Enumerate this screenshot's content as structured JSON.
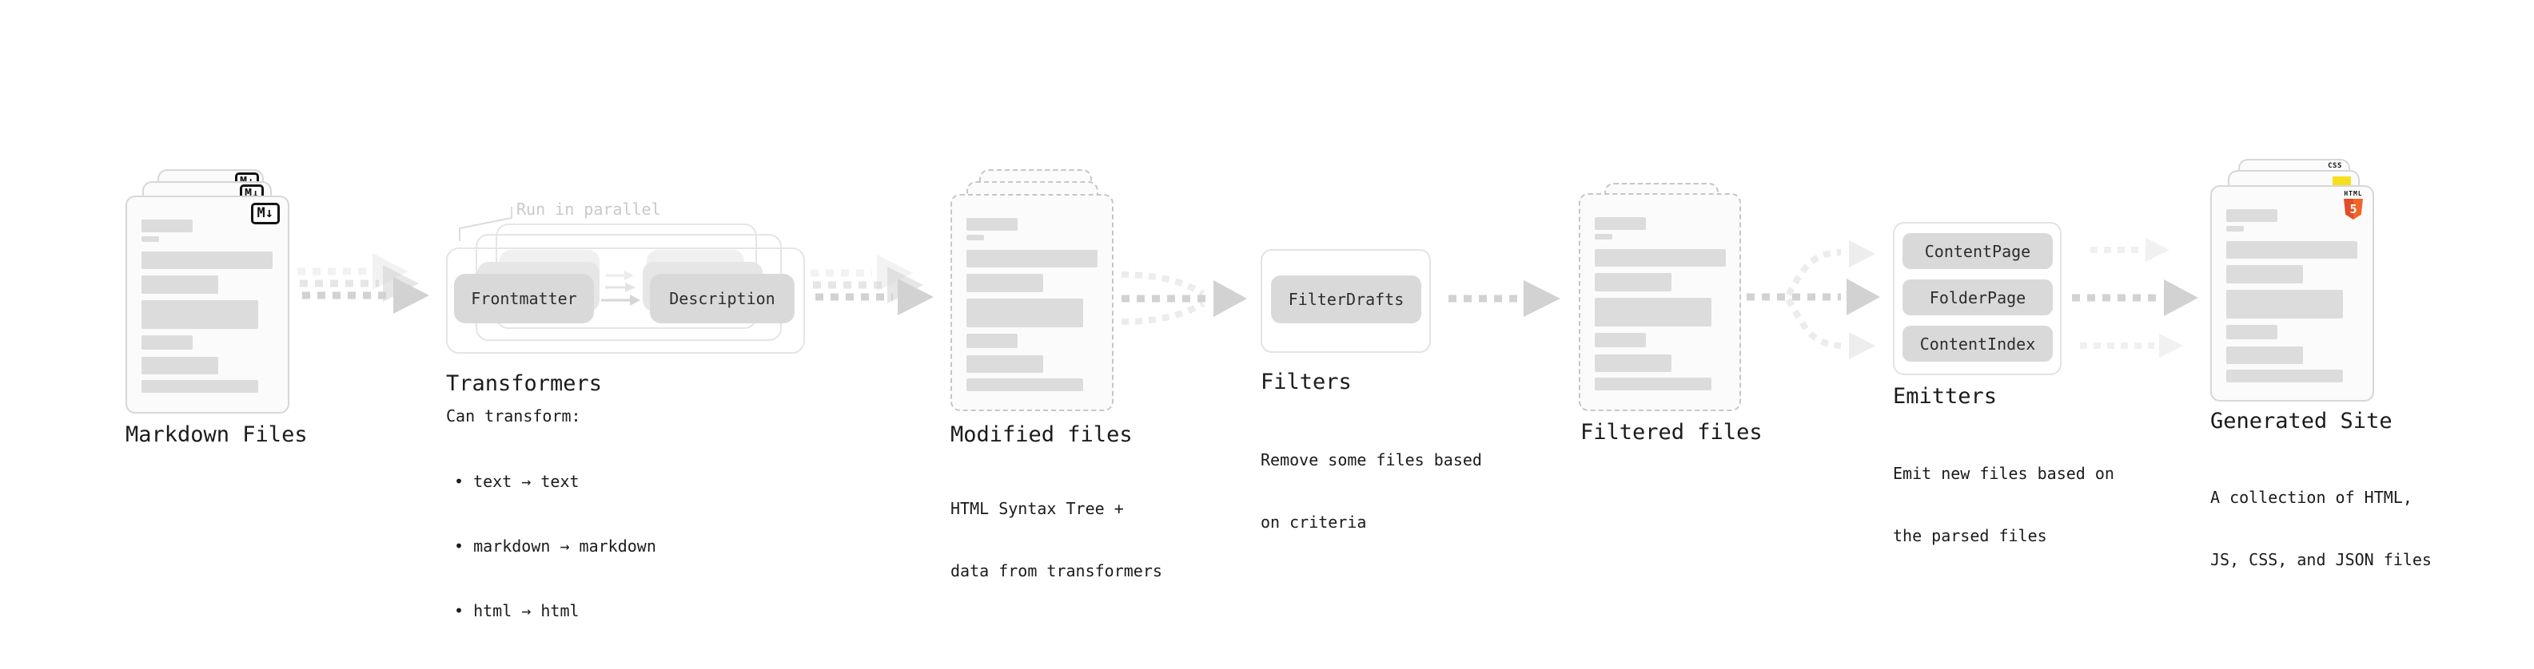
{
  "diagram": {
    "stages": {
      "markdown_files": {
        "label": "Markdown Files",
        "badge": "M↓"
      },
      "transformers": {
        "note": "Run in parallel",
        "button_a": "Frontmatter",
        "button_b": "Description",
        "label": "Transformers",
        "desc_title": "Can transform:",
        "bullets": [
          "• text → text",
          "• markdown → markdown",
          "• html → html"
        ]
      },
      "modified_files": {
        "label": "Modified files",
        "desc": [
          "HTML Syntax Tree +",
          "data from transformers"
        ]
      },
      "filters": {
        "button": "FilterDrafts",
        "label": "Filters",
        "desc": [
          "Remove some files based",
          "on criteria"
        ]
      },
      "filtered_files": {
        "label": "Filtered files"
      },
      "emitters": {
        "buttons": [
          "ContentPage",
          "FolderPage",
          "ContentIndex"
        ],
        "label": "Emitters",
        "desc": [
          "Emit new files based on",
          "the parsed files"
        ]
      },
      "generated_site": {
        "label": "Generated Site",
        "desc": [
          "A collection of HTML,",
          "JS, CSS, and JSON files"
        ],
        "css_badge": "CSS",
        "js_badge": "JS",
        "html_badge_title": "HTML",
        "html_badge_number": "5"
      }
    },
    "colors": {
      "accent_html5": "#e34c26",
      "accent_html5_light": "#f16529",
      "accent_js_yellow": "#f7df1e",
      "accent_css_blue": "#2965f1",
      "chip_gray": "#d9d9d9",
      "bar_gray": "#dcdcdc",
      "arrow_gray": "#d2d2d2",
      "muted_note_gray": "#c9c9c9"
    }
  }
}
